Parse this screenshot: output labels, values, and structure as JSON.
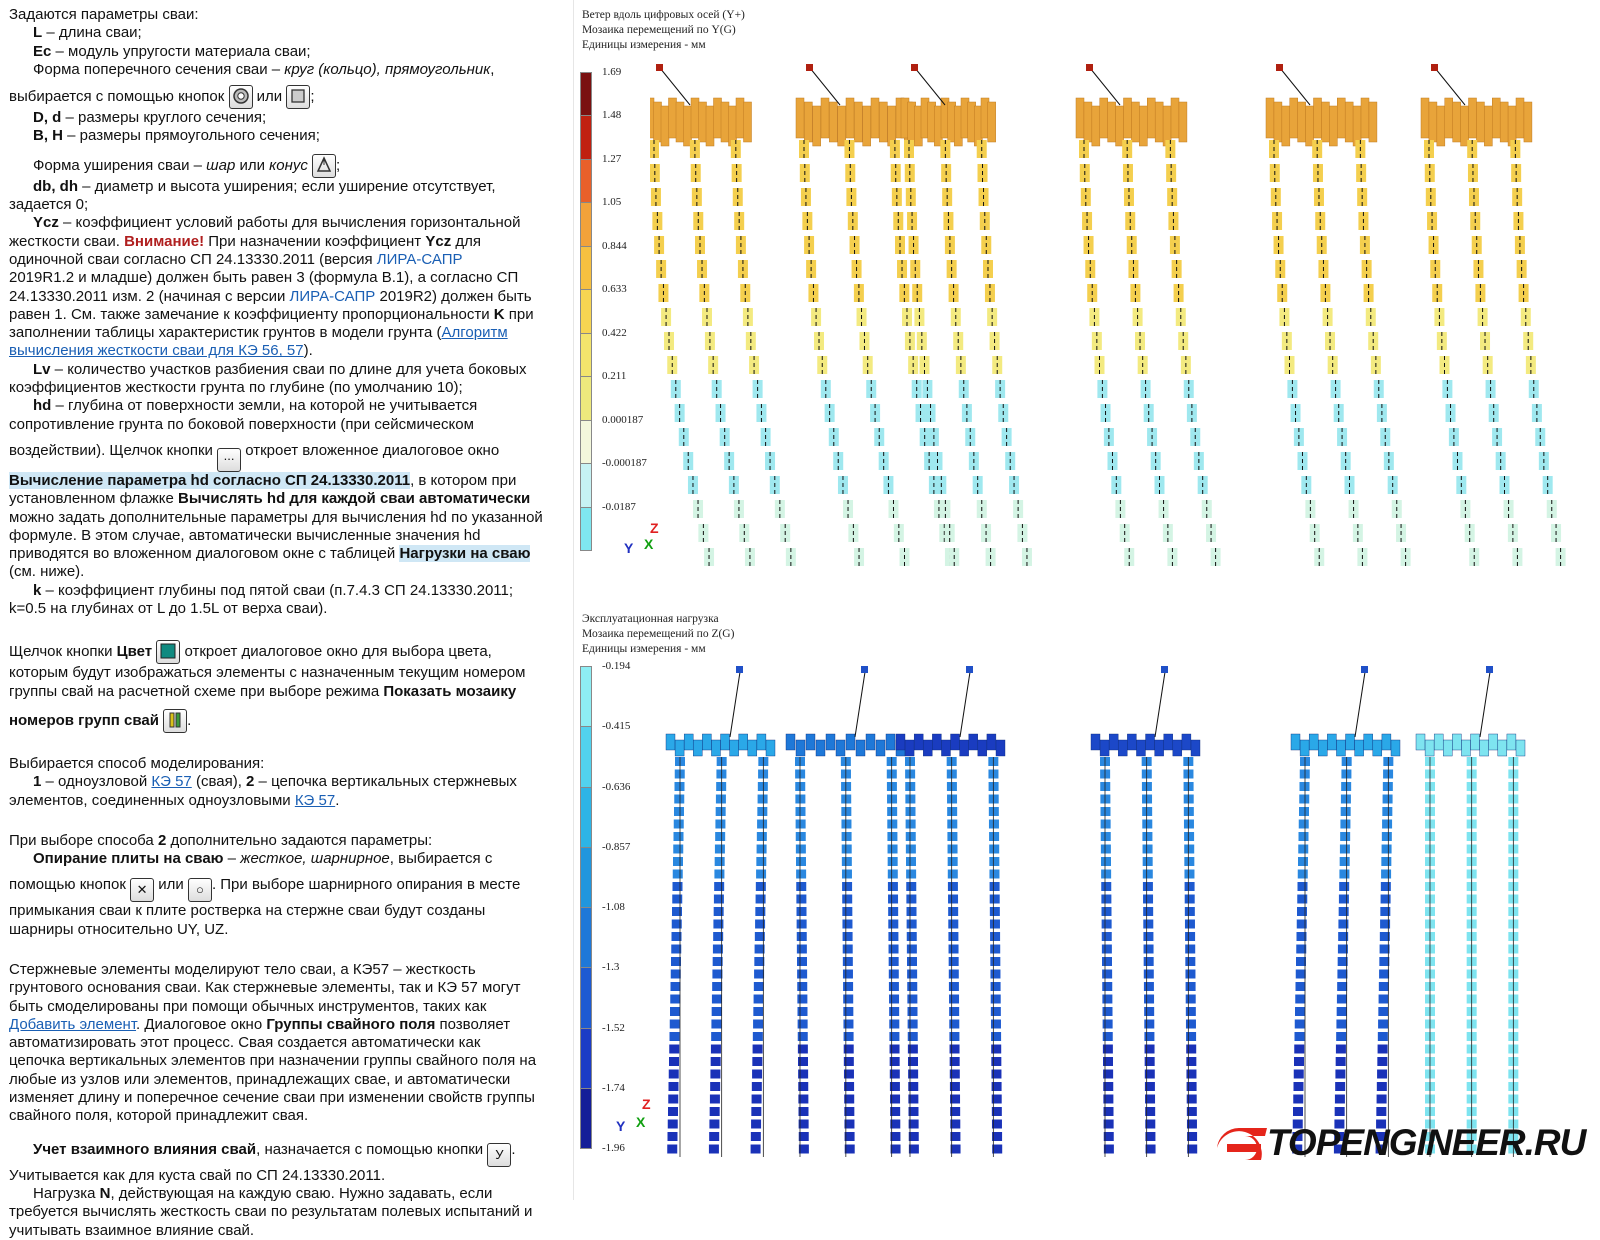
{
  "text": {
    "p1": "Задаются параметры сваи:",
    "L_b": "L",
    "L_t": " – длина сваи;",
    "Ec_b": "Ec",
    "Ec_t": " – модуль упругости материала сваи;",
    "form1": "Форма поперечного сечения сваи – ",
    "form1_i": "круг (кольцо), прямоугольник",
    "form1_end": ",",
    "choose1": "выбирается с помощью кнопок ",
    "or": " или ",
    "semi": ";",
    "Dd_b": "D, d",
    "Dd_t": " – размеры круглого сечения;",
    "BH_b": "B, H",
    "BH_t": " – размеры прямоугольного сечения;",
    "form2": "Форма уширения сваи – ",
    "form2_i1": "шар",
    "form2_or": " или ",
    "form2_i2": "конус",
    "dbdh_b": "db, dh",
    "dbdh_t": " – диаметр и высота уширения; если уширение отсутствует,",
    "dbdh_t2": "задается 0;",
    "ycz_b": "Ycz",
    "ycz_t1": " – коэффициент условий работы для вычисления горизонтальной",
    "ycz_t2": "жесткости сваи. ",
    "attention": "Внимание!",
    "ycz_t3": "  При назначении коэффициент ",
    "ycz_b2": "Ycz",
    "ycz_t4": " для",
    "ycz_t5": "одиночной сваи согласно СП 24.13330.2011 (версия ",
    "lira1": "ЛИРА-САПР",
    "ycz_t6": "2019R1.2 и младше) должен быть равен 3 (формула В.1), а согласно СП",
    "ycz_t7": "24.13330.2011 изм. 2 (начиная с версии ",
    "lira2": "ЛИРА-САПР",
    "ycz_t8": " 2019R2) должен быть",
    "ycz_t9": "равен 1. См. также замечание к коэффициенту пропорциональности ",
    "ycz_b3": "K",
    "ycz_t10": " при",
    "ycz_t11": "заполнении таблицы характеристик грунтов в модели грунта (",
    "link1a": "Алгоритм",
    "link1b": "вычисления жесткости сваи для КЭ 56, 57",
    "ycz_t12": ").",
    "lv_b": "Lv",
    "lv_t1": " – количество участков разбиения сваи по длине для учета боковых",
    "lv_t2": "коэффициентов жесткости грунта по глубине (по умолчанию 10);",
    "hd_b": "hd",
    "hd_t1": " – глубина от поверхности земли, на которой не учитывается",
    "hd_t2": "сопротивление грунта по боковой поверхности (при сейсмическом",
    "hd_t3": "воздействии). Щелчок кнопки ",
    "hd_t4": " откроет вложенное диалоговое окно",
    "hl1": "Вычисление параметра hd согласно СП 24.13330.2011",
    "hd_t5": ", в котором при",
    "hd_t6": "установленном флажке ",
    "hd_b2": "Вычислять hd для каждой сваи автоматически",
    "hd_t7": "можно задать дополнительные параметры для вычисления hd по указанной",
    "hd_t8": "формуле. В этом случае, автоматически вычисленные значения hd",
    "hd_t9": "приводятся во вложенном диалоговом окне с таблицей ",
    "hl2": "Нагрузки на сваю",
    "hd_t10": "(см. ниже).",
    "k_b": "k",
    "k_t1": " – коэффициент глубины под пятой сваи (п.7.4.3 СП 24.13330.2011;",
    "k_t2": "k=0.5 на глубинах от L до 1.5L от верха сваи).",
    "col_t1": "Щелчок кнопки ",
    "col_b": "Цвет",
    "col_t2": " откроет диалоговое окно для выбора цвета,",
    "col_t3": "которым будут изображаться элементы с назначенным текущим номером",
    "col_t4": "группы свай на расчетной схеме при выборе режима ",
    "col_b2": "Показать мозаику",
    "col_b3": "номеров групп свай",
    "mod_t1": "Выбирается способ моделирования:",
    "mod_1": "1",
    "mod_t2": " – одноузловой ",
    "ke57a": "КЭ 57",
    "mod_t3": " (свая), ",
    "mod_2": "2",
    "mod_t4": " – цепочка вертикальных стержневых",
    "mod_t5": "элементов, соединенных одноузловыми ",
    "ke57b": "КЭ 57",
    "mod_t6": ".",
    "sp2_t1": "При выборе способа ",
    "sp2_b": "2",
    "sp2_t2": " дополнительно задаются параметры:",
    "op_b": "Опирание плиты на сваю",
    "op_t1": " – ",
    "op_i": "жесткое, шарнирное",
    "op_t2": ", выбирается с",
    "op_t3": "помощью кнопок ",
    "op_t4": ". При выборе шарнирного опирания в месте",
    "op_t5": "примыкания сваи к плите ростверка на стержне сваи будут созданы",
    "op_t6": "шарниры относительно UY, UZ.",
    "st_t1": "Стержневые элементы моделируют тело сваи, а КЭ57 – жесткость",
    "st_t2": "грунтового основания сваи. Как стержневые элементы, так и КЭ 57 могут",
    "st_t3": "быть смоделированы при помощи обычных инструментов, таких как",
    "link2": "Добавить элемент",
    "st_t4": ". Диалоговое окно ",
    "st_b": "Группы свайного поля",
    "st_t5": " позволяет",
    "st_t6": "автоматизировать этот процесс. Свая создается автоматически как",
    "st_t7": "цепочка вертикальных элементов при назначении группы свайного поля на",
    "st_t8": "любые из узлов или элементов, принадлежащих свае, и автоматически",
    "st_t9": "изменяет длину и поперечное сечение сваи при изменении свойств группы",
    "st_t10": "свайного поля, которой принадлежит свая.",
    "uch_b": "Учет взаимного влияния свай",
    "uch_t1": ", назначается с помощью кнопки ",
    "uch_t2": "Учитывается как для куста свай по СП 24.13330.2011.",
    "n_t1": "Нагрузка ",
    "n_b": "N",
    "n_t2": ", действующая на каждую сваю. Нужно задавать, если",
    "n_t3": "требуется вычислять жесткость сваи по результатам полевых испытаний и",
    "n_t4": "учитывать взаимное влияние свай.",
    "dot": "."
  },
  "buttons": {
    "circle_icon": "circle-section-icon",
    "rect_icon": "rect-section-icon",
    "widen_icon": "widening-shape-icon",
    "dots_label": "...",
    "color_icon": "color-swatch-icon",
    "groups_icon": "pile-groups-mosaic-icon",
    "rigid_label": "✕",
    "hinge_label": "○",
    "influence_label": "У"
  },
  "panel_top": {
    "title1": "Ветер вдоль цифровых осей (Y+)",
    "title2": "Мозаика перемещений по Y(G)",
    "title3": "Единицы измерения - мм",
    "legend_values": [
      "1.69",
      "1.48",
      "1.27",
      "1.05",
      "0.844",
      "0.633",
      "0.422",
      "0.211",
      "0.000187",
      "-0.000187",
      "-0.0187"
    ],
    "legend_colors": [
      "#7a1010",
      "#c02010",
      "#e8602a",
      "#f2a23a",
      "#f6c040",
      "#f7d552",
      "#f3e46c",
      "#eee97d",
      "#f3f7dc",
      "#c6f2f4",
      "#7fe7f0"
    ],
    "axis_z": "Z",
    "axis_y": "Y",
    "axis_x": "X"
  },
  "panel_bottom": {
    "title1": "Эксплуатационная нагрузка",
    "title2": "Мозаика перемещений по Z(G)",
    "title3": "Единицы измерения - мм",
    "legend_values": [
      "-0.194",
      "-0.415",
      "-0.636",
      "-0.857",
      "-1.08",
      "-1.3",
      "-1.52",
      "-1.74",
      "-1.96"
    ],
    "legend_colors": [
      "#8eeef4",
      "#52d2ee",
      "#2eb4e6",
      "#2196dd",
      "#1f78d8",
      "#1d5ad2",
      "#1c3cc6",
      "#141e98"
    ],
    "axis_z": "Z",
    "axis_y": "Y",
    "axis_x": "X"
  },
  "logo": {
    "text": "TOPENGINEER.RU"
  }
}
